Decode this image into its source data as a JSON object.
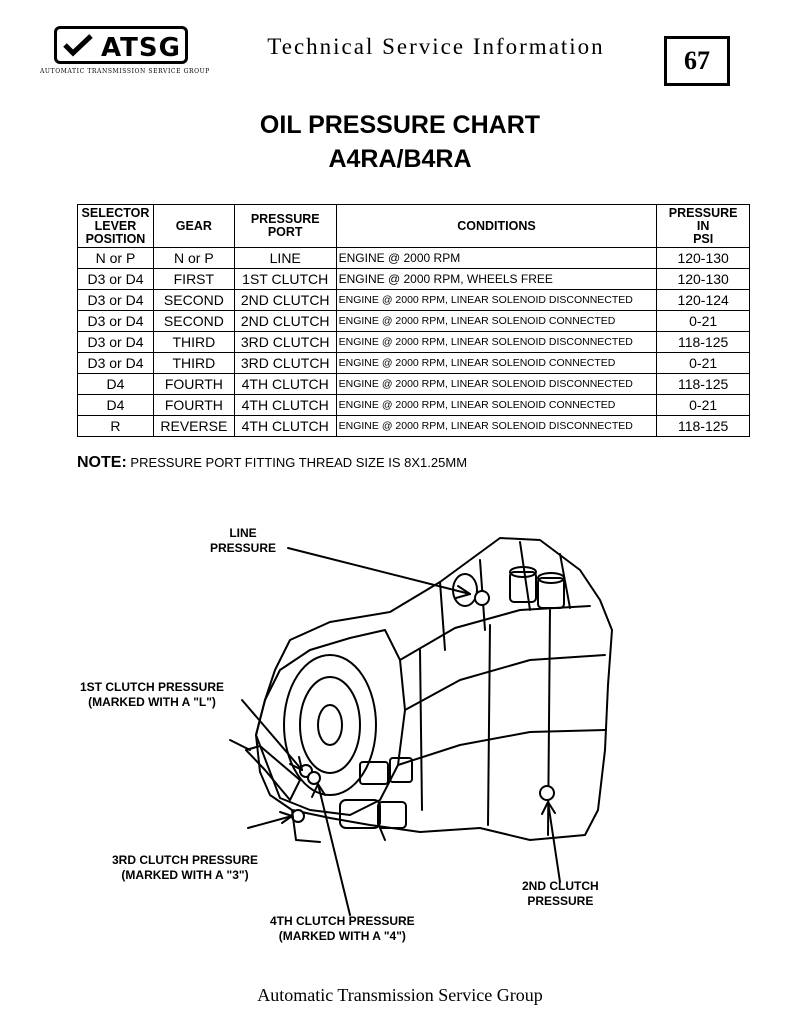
{
  "header": {
    "logo_text": "ATSG",
    "logo_tagline": "AUTOMATIC TRANSMISSION SERVICE GROUP",
    "title": "Technical Service Information",
    "page_number": "67"
  },
  "doc": {
    "title_line1": "OIL PRESSURE CHART",
    "title_line2": "A4RA/B4RA"
  },
  "table": {
    "headers": {
      "selector": [
        "SELECTOR",
        "LEVER",
        "POSITION"
      ],
      "gear": "GEAR",
      "port": [
        "PRESSURE",
        "PORT"
      ],
      "conditions": "CONDITIONS",
      "psi": [
        "PRESSURE",
        "IN",
        "PSI"
      ]
    },
    "rows": [
      {
        "selector": "N or P",
        "gear": "N or P",
        "port": "LINE",
        "conditions": "ENGINE @ 2000 RPM",
        "psi": "120-130"
      },
      {
        "selector": "D3 or D4",
        "gear": "FIRST",
        "port": "1ST CLUTCH",
        "conditions": "ENGINE @ 2000 RPM, WHEELS FREE",
        "psi": "120-130"
      },
      {
        "selector": "D3 or D4",
        "gear": "SECOND",
        "port": "2ND CLUTCH",
        "conditions": "ENGINE @ 2000 RPM, LINEAR SOLENOID DISCONNECTED",
        "psi": "120-124"
      },
      {
        "selector": "D3 or D4",
        "gear": "SECOND",
        "port": "2ND CLUTCH",
        "conditions": "ENGINE @ 2000 RPM, LINEAR SOLENOID CONNECTED",
        "psi": "0-21"
      },
      {
        "selector": "D3 or D4",
        "gear": "THIRD",
        "port": "3RD CLUTCH",
        "conditions": "ENGINE @ 2000 RPM, LINEAR SOLENOID DISCONNECTED",
        "psi": "118-125"
      },
      {
        "selector": "D3 or D4",
        "gear": "THIRD",
        "port": "3RD CLUTCH",
        "conditions": "ENGINE @ 2000 RPM, LINEAR SOLENOID CONNECTED",
        "psi": "0-21"
      },
      {
        "selector": "D4",
        "gear": "FOURTH",
        "port": "4TH CLUTCH",
        "conditions": "ENGINE @ 2000 RPM, LINEAR SOLENOID DISCONNECTED",
        "psi": "118-125"
      },
      {
        "selector": "D4",
        "gear": "FOURTH",
        "port": "4TH CLUTCH",
        "conditions": "ENGINE @ 2000 RPM, LINEAR SOLENOID CONNECTED",
        "psi": "0-21"
      },
      {
        "selector": "R",
        "gear": "REVERSE",
        "port": "4TH CLUTCH",
        "conditions": "ENGINE @ 2000 RPM, LINEAR SOLENOID DISCONNECTED",
        "psi": "118-125"
      }
    ]
  },
  "note": {
    "label": "NOTE:",
    "text": " PRESSURE PORT FITTING THREAD SIZE IS 8X1.25MM"
  },
  "figure": {
    "callouts": {
      "line": [
        "LINE",
        "PRESSURE"
      ],
      "first": [
        "1ST CLUTCH PRESSURE",
        "(MARKED WITH A \"L\")"
      ],
      "third": [
        "3RD CLUTCH PRESSURE",
        "(MARKED WITH A \"3\")"
      ],
      "fourth": [
        "4TH CLUTCH PRESSURE",
        "(MARKED WITH A \"4\")"
      ],
      "second": [
        "2ND CLUTCH",
        "PRESSURE"
      ]
    }
  },
  "footer": {
    "text": "Automatic Transmission Service Group"
  }
}
